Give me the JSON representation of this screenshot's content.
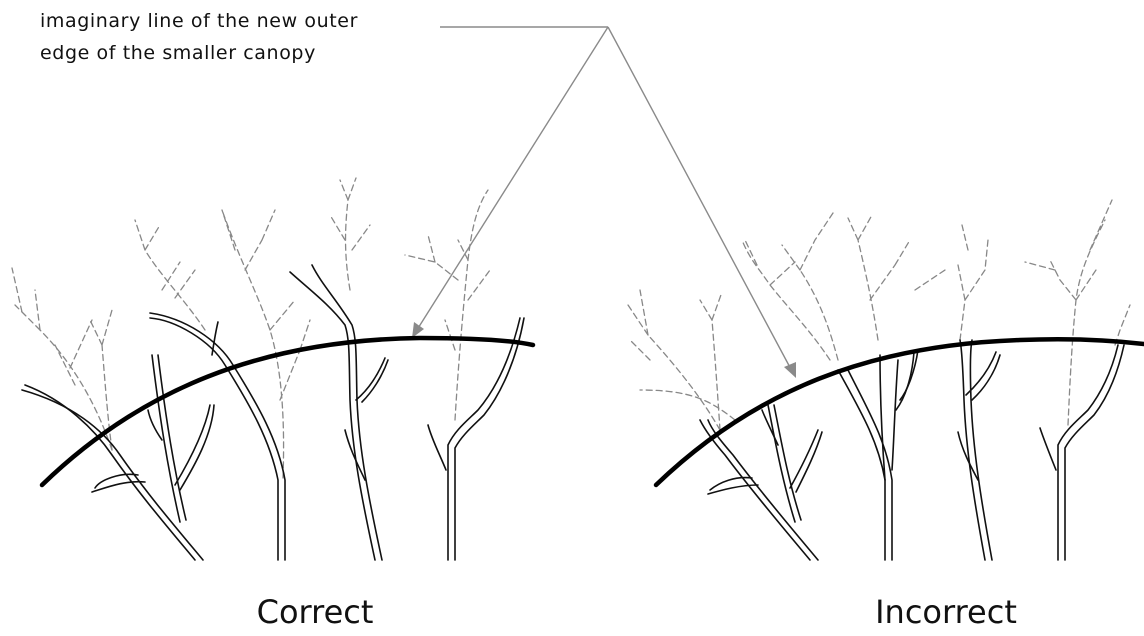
{
  "annotation": {
    "line_1": "imaginary line of the new outer",
    "line_2": "edge of the smaller canopy"
  },
  "captions": {
    "correct": "Correct",
    "incorrect": "Incorrect"
  },
  "colors": {
    "branch": "#111111",
    "removed_growth_dashed": "#888888",
    "canopy_edge": "#000000",
    "leader_line": "#8a8a8a"
  }
}
